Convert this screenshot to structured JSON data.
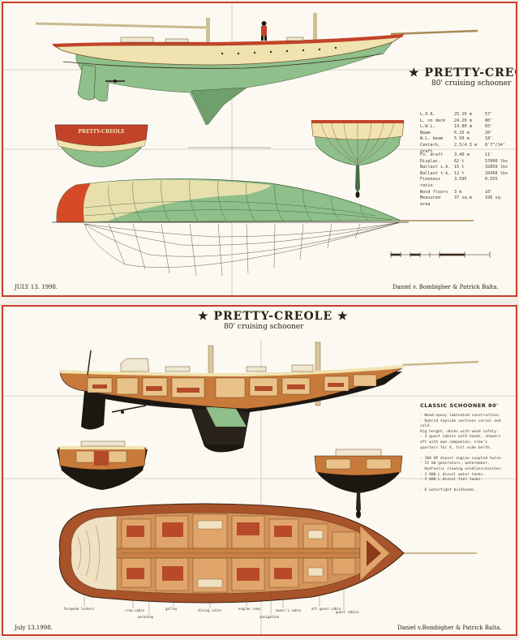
{
  "sheet1": {
    "title": "PRETTY-CREOLE",
    "subtitle": "80' cruising schooner",
    "transom_name": "PRETTY-CREOLE",
    "date": "JULY 13. 1998.",
    "credit": "Daniel v. Bombigher & Patrick Balta.",
    "dimensions": [
      {
        "label": "L.O.A.",
        "metric": "25.10 m",
        "imperial": "57'"
      },
      {
        "label": "L. on deck",
        "metric": "24.20 m",
        "imperial": "80'"
      },
      {
        "label": "L.W.L.",
        "metric": "19.80 m",
        "imperial": "65'"
      },
      {
        "label": "Beam",
        "metric": "6.15 m",
        "imperial": "20'"
      },
      {
        "label": "W.L. beam",
        "metric": "5.50 m",
        "imperial": "18'"
      },
      {
        "label": "Centerb. draft",
        "metric": "2.5/4.3 m",
        "imperial": "8'7\"/14'"
      }
    ],
    "dimensions2": [
      {
        "label": "Fx. draft",
        "metric": "3.40 m",
        "imperial": "11'"
      },
      {
        "label": "Displac.",
        "metric": "62 t",
        "imperial": "57000 lbs"
      },
      {
        "label": "Ballast i.k.",
        "metric": "15 t",
        "imperial": "32850 lbs"
      },
      {
        "label": "Ballast t.k.",
        "metric": "12 t",
        "imperial": "26450 lbs"
      },
      {
        "label": "Fineness ratio",
        "metric": "3.595",
        "imperial": "0.555"
      },
      {
        "label": "Wood floors",
        "metric": "3 m",
        "imperial": "10'"
      },
      {
        "label": "Measured area",
        "metric": "37 sq.m",
        "imperial": "336 sq."
      }
    ]
  },
  "sheet2": {
    "title": "PRETTY-CREOLE",
    "subtitle": "80' cruising schooner",
    "classic_title": "CLASSIC SCHOONER 80'",
    "notes": [
      "- Wood-epoxy laminated construction.",
      "- Hybrid topside sections carvel and cold.",
      "  Rig height, decks with wood safety.",
      "- 3 guest cabins with heads, showers",
      "  aft with own companion, crew's",
      "  quarters for 4, full wide berth.",
      "",
      "- 380 HP diesel engine coupled twice.",
      "- 15 kW generators, watermaker.",
      "- Hydraulic slewing windlass/winches.",
      "- 3 000 L diesel water tanks.",
      "- 3 000 L diesel fuel tanks.",
      "",
      "- 6 watertight bulkheads."
    ],
    "deck_labels": [
      "forepeak lockers",
      "crew cabin",
      "galley",
      "dining salon",
      "engine room",
      "owner's cabin",
      "aft guest cabin",
      "guest cabins",
      "workshop",
      "navigation"
    ],
    "date": "July 13.1998.",
    "credit": "Daniel v.Bombigher & Patrick Balta."
  },
  "colors": {
    "border": "#c7402a",
    "paper": "#fbf9f2",
    "hull_cream": "#f1e3b0",
    "underbody_green": "#8fbf8a",
    "bulwark_red": "#c3432a",
    "wood": "#c77a3a",
    "dark_hull": "#1d1712"
  }
}
